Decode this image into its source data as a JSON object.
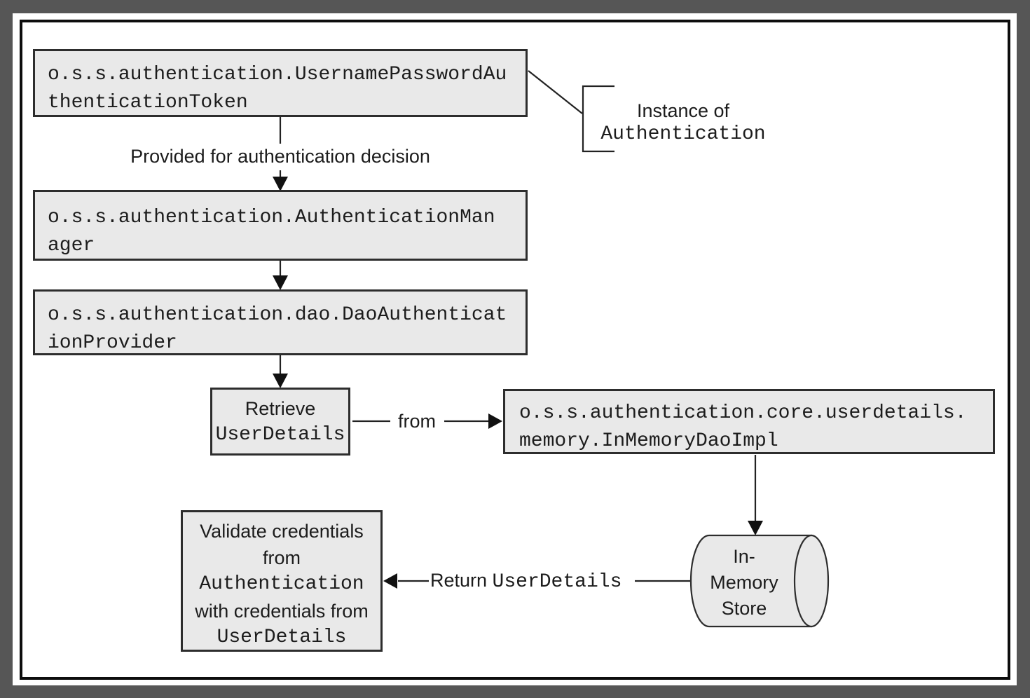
{
  "nodes": {
    "token": {
      "lines": [
        "o.s.s.authentication.UsernamePasswordAu",
        "thenticationToken"
      ],
      "full_name": "o.s.s.authentication.UsernamePasswordAuthenticationToken"
    },
    "manager": {
      "lines": [
        "o.s.s.authentication.AuthenticationMan",
        "ager"
      ],
      "full_name": "o.s.s.authentication.AuthenticationManager"
    },
    "provider": {
      "lines": [
        "o.s.s.authentication.dao.DaoAuthenticat",
        "ionProvider"
      ],
      "full_name": "o.s.s.authentication.dao.DaoAuthenticationProvider"
    },
    "retrieve": {
      "line1": "Retrieve",
      "line2": "UserDetails"
    },
    "inmemory_dao": {
      "lines": [
        "o.s.s.authentication.core.userdetails.",
        "memory.InMemoryDaoImpl"
      ],
      "full_name": "o.s.s.authentication.core.userdetails.memory.InMemoryDaoImpl"
    },
    "validate": {
      "line1": "Validate credentials",
      "line2": "from",
      "line3": "Authentication",
      "line4": "with credentials from",
      "line5": "UserDetails"
    },
    "store": {
      "lines": [
        "In-",
        "Memory",
        "Store"
      ]
    }
  },
  "labels": {
    "provided": "Provided for authentication decision",
    "instance_line1": "Instance of",
    "instance_line2": "Authentication",
    "from": "from",
    "return_prefix": "Return ",
    "return_value": "UserDetails"
  },
  "colors": {
    "background": "#565656",
    "canvas": "#ffffff",
    "frame_border": "#0d0d0d",
    "node_fill": "#e9e9e9",
    "node_border": "#2d2d2d",
    "connector": "#222222",
    "text": "#1c1c1c"
  }
}
